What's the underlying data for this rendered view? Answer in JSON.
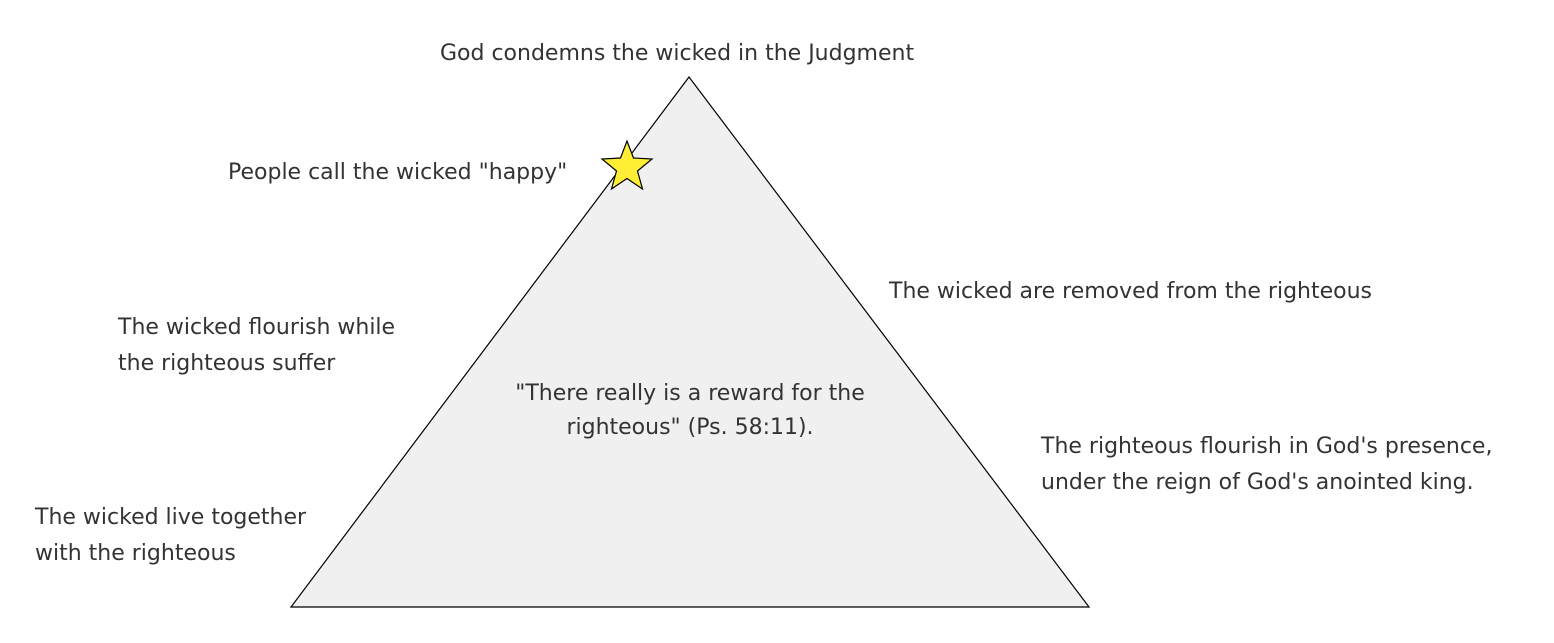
{
  "diagram": {
    "top_label": "God condemns the wicked in the Judgment",
    "left_labels": {
      "happy": "People call the wicked \"happy\"",
      "flourish": {
        "line1": "The wicked flourish while",
        "line2": "the righteous suffer"
      },
      "together": {
        "line1": "The wicked live together",
        "line2": "with the righteous"
      }
    },
    "right_labels": {
      "removed": "The wicked are removed from the righteous",
      "presence": {
        "line1": "The righteous flourish in God's presence,",
        "line2": "under the reign of God's anointed king."
      }
    },
    "center_quote": {
      "line1": "\"There really is a reward for the",
      "line2": "righteous\" (Ps. 58:11)."
    },
    "colors": {
      "triangle_fill": "#f0f0f0",
      "triangle_stroke": "#000000",
      "star_fill": "#ffee33",
      "star_stroke": "#000000",
      "text": "#333333"
    },
    "icons": {
      "star": "star-icon"
    }
  }
}
